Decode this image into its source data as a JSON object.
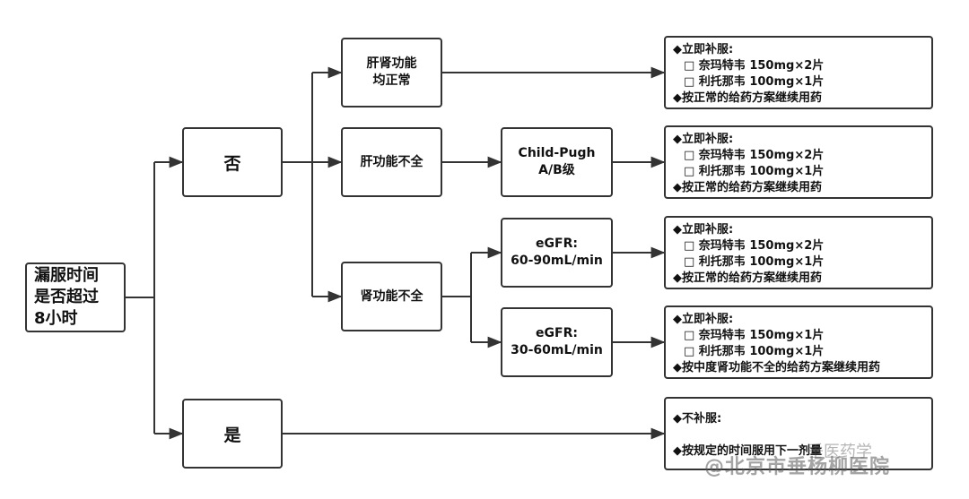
{
  "root": {
    "line1": "漏服时间",
    "line2": "是否超过",
    "line3": "8小时"
  },
  "no_label": "否",
  "yes_label": "是",
  "liver_kidney_normal": {
    "line1": "肝肾功能",
    "line2": "均正常"
  },
  "liver_insufficient": "肝功能不全",
  "kidney_insufficient": "肾功能不全",
  "child_pugh": {
    "line1": "Child-Pugh",
    "line2": "A/B级"
  },
  "egfr_high": {
    "line1": "eGFR:",
    "line2": "60-90mL/min"
  },
  "egfr_low": {
    "line1": "eGFR:",
    "line2": "30-60mL/min"
  },
  "results": {
    "r1": {
      "head": "◆立即补服:",
      "a": "□ 奈玛特韦 150mg×2片",
      "b": "□ 利托那韦 100mg×1片",
      "tail": "◆按正常的给药方案继续用药"
    },
    "r2": {
      "head": "◆立即补服:",
      "a": "□ 奈玛特韦 150mg×2片",
      "b": "□ 利托那韦 100mg×1片",
      "tail": "◆按正常的给药方案继续用药"
    },
    "r3": {
      "head": "◆立即补服:",
      "a": "□ 奈玛特韦 150mg×2片",
      "b": "□ 利托那韦 100mg×1片",
      "tail": "◆按正常的给药方案继续用药"
    },
    "r4": {
      "head": "◆立即补服:",
      "a": "□ 奈玛特韦 150mg×1片",
      "b": "□ 利托那韦 100mg×1片",
      "tail": "◆按中度肾功能不全的给药方案继续用药"
    },
    "r5": {
      "head": "◆不补服:",
      "tail": "◆按规定的时间服用下一剂量"
    }
  },
  "watermark": {
    "main": "@北京市垂杨柳医院",
    "secondary": "垂医药学"
  }
}
